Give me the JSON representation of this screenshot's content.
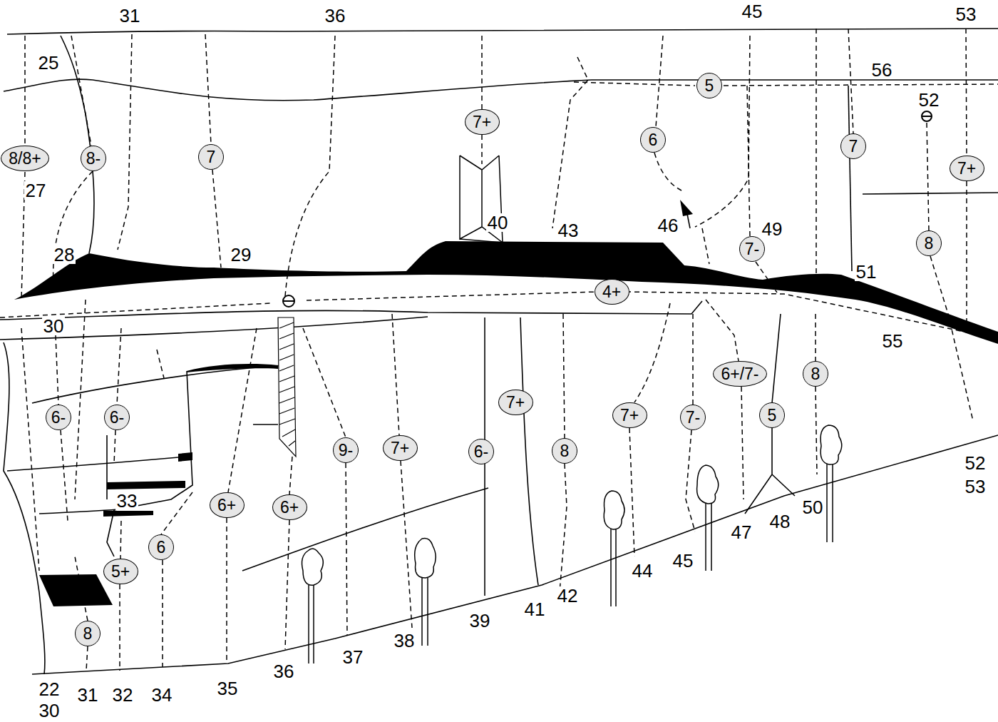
{
  "diagram": {
    "nodes": [
      {
        "text": [
          "5"
        ]
      },
      {
        "text": [
          "7+"
        ]
      },
      {
        "text": [
          "6"
        ]
      },
      {
        "text": [
          "7"
        ]
      },
      {
        "text": [
          "8/8+"
        ]
      },
      {
        "text": [
          "8-"
        ]
      },
      {
        "text": [
          "7"
        ]
      },
      {
        "text": [
          "7+"
        ]
      },
      {
        "text": [
          "8"
        ]
      },
      {
        "text": [
          "7-"
        ]
      },
      {
        "text": [
          "4+"
        ]
      },
      {
        "text": [
          "6+/7-"
        ]
      },
      {
        "text": [
          "8"
        ]
      },
      {
        "text": [
          "7+"
        ]
      },
      {
        "text": [
          "7+"
        ]
      },
      {
        "text": [
          "6-"
        ]
      },
      {
        "text": [
          "6-"
        ]
      },
      {
        "text": [
          "5"
        ]
      },
      {
        "text": [
          "7-"
        ]
      },
      {
        "text": [
          "7+"
        ]
      },
      {
        "text": [
          "9-"
        ]
      },
      {
        "text": [
          "8"
        ]
      },
      {
        "text": [
          "6-"
        ]
      },
      {
        "text": [
          "6+"
        ]
      },
      {
        "text": [
          "6+"
        ]
      },
      {
        "text": [
          "6"
        ]
      },
      {
        "text": [
          "5+"
        ]
      },
      {
        "text": [
          "8"
        ]
      }
    ],
    "labels": [
      "31",
      "36",
      "45",
      "53",
      "25",
      "56",
      "52",
      "27",
      "40",
      "43",
      "46",
      "49",
      "28",
      "29",
      "51",
      "30",
      "55",
      "33",
      "52",
      "53",
      "50",
      "47",
      "48",
      "44",
      "45",
      "41",
      "42",
      "39",
      "38",
      "37",
      "36",
      "35",
      "22",
      "30",
      "31",
      "32",
      "34"
    ]
  }
}
